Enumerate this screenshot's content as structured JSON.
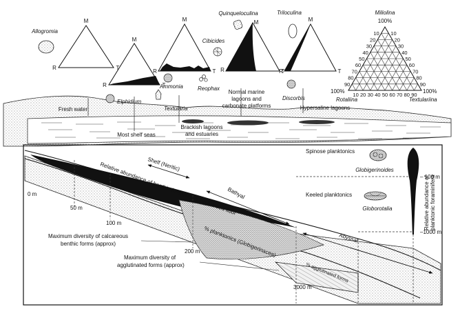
{
  "triangle_vertices": {
    "m": "M",
    "r": "R",
    "t": "T"
  },
  "environments": {
    "fresh_water": "Fresh water",
    "most_shelf_seas": "Most shelf seas",
    "brackish": [
      "Brackish lagoons",
      "and estuaries"
    ],
    "normal_marine": [
      "Normal marine",
      "lagoons and",
      "carbonate platforms"
    ],
    "hypersaline": "Hypersaline lagoons"
  },
  "taxa": {
    "allogromia": "Allogromia",
    "elphidium": "Elphidium",
    "textularia": "Textularia",
    "ammonia": "Ammonia",
    "reophax": "Reophax",
    "cibicides": "Cibicides",
    "quinqueloculina": "Quinqueloculina",
    "triloculina": "Triloculina",
    "discorbis": "Discorbis",
    "globigerinoides": "Globigerinoides",
    "globorotalia": "Globorotalia"
  },
  "ternary": {
    "top": [
      "Miliolina",
      "100%"
    ],
    "left": [
      "100%",
      "Rotaliina"
    ],
    "right": [
      "100%",
      "Textulariina"
    ],
    "left_ticks": [
      "10",
      "20",
      "30",
      "40",
      "50",
      "60",
      "70",
      "80",
      "90"
    ],
    "right_ticks": [
      "10",
      "20",
      "30",
      "40",
      "50",
      "60",
      "70",
      "80",
      "90"
    ],
    "bottom_ticks": [
      "10",
      "20",
      "30",
      "40",
      "50",
      "60",
      "70",
      "80",
      "90"
    ]
  },
  "section": {
    "shelf": "Shelf (Neritic)",
    "benthic_curve": "Relative abundance of benthic foraminifera on the sea floor",
    "bathyal": "Bathyal",
    "abyssal": "Abyssal",
    "planktonics": "% planktonics (Globigerinacea)",
    "agglutinated_pct": "% agglutinated forms",
    "max_calc": [
      "Maximum diversity of calcareous",
      "benthic forms (approx)"
    ],
    "max_aggl": [
      "Maximum diversity of",
      "agglutinated forms (approx)"
    ],
    "spinose": "Spinose planktonics",
    "keeled": "Keeled planktonics",
    "rel_plankt": [
      "Relative abundance of",
      "planktonic foraminifera"
    ],
    "depths": {
      "d0": "0 m",
      "d50": "50 m",
      "d100": "100 m",
      "d200": "200 m",
      "d3000": "3000 m"
    },
    "right_depths": {
      "d100": "– 100 m",
      "d1000": "–1000 m"
    }
  }
}
